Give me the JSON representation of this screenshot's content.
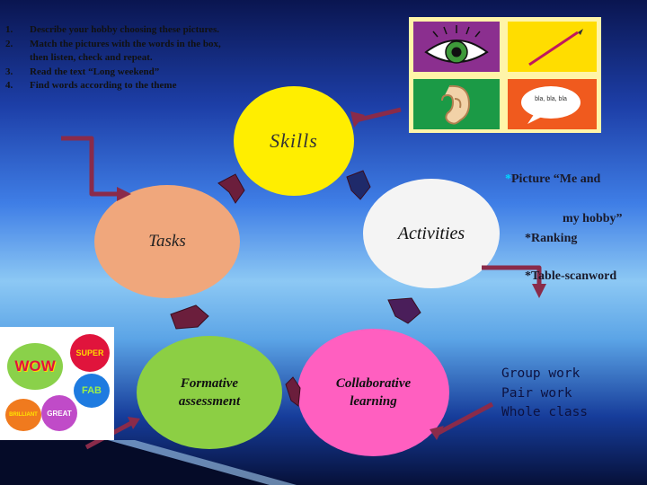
{
  "tasks": [
    {
      "num": "1.",
      "text": "Describe your hobby choosing these pictures."
    },
    {
      "num": "2.",
      "text": "Match the pictures with the words in the box, then listen, check  and repeat."
    },
    {
      "num": "3.",
      "text": "Read the text “Long weekend”"
    },
    {
      "num": "4.",
      "text": "Find words according to the theme"
    }
  ],
  "circles": {
    "skills": "Skills",
    "activities": "Activities",
    "tasks": "Tasks",
    "formative_line1": "Formative",
    "formative_line2": "assessment",
    "collab_line1": "Collaborative",
    "collab_line2": "learning"
  },
  "activities_list": {
    "bullet": "*",
    "picture_line1": "Picture “Me and",
    "picture_line2": "my hobby”",
    "ranking": "*Ranking",
    "table": "*Table-scanword"
  },
  "work_modes": [
    "Group work",
    "Pair work",
    "Whole class"
  ],
  "speech_bubble": "bla, bla, bla",
  "stickers": {
    "wow": "WOW",
    "super": "SUPER",
    "fab": "FAB",
    "great": "GREAT",
    "brilliant": "BRILLIANT"
  },
  "colors": {
    "skills": "#ffee00",
    "activities": "#f4f4f4",
    "tasks": "#f0a77c",
    "formative": "#8ccf44",
    "collab": "#ff5fc0",
    "arrow": "#7a2a45",
    "bullet": "#00d8ff"
  }
}
